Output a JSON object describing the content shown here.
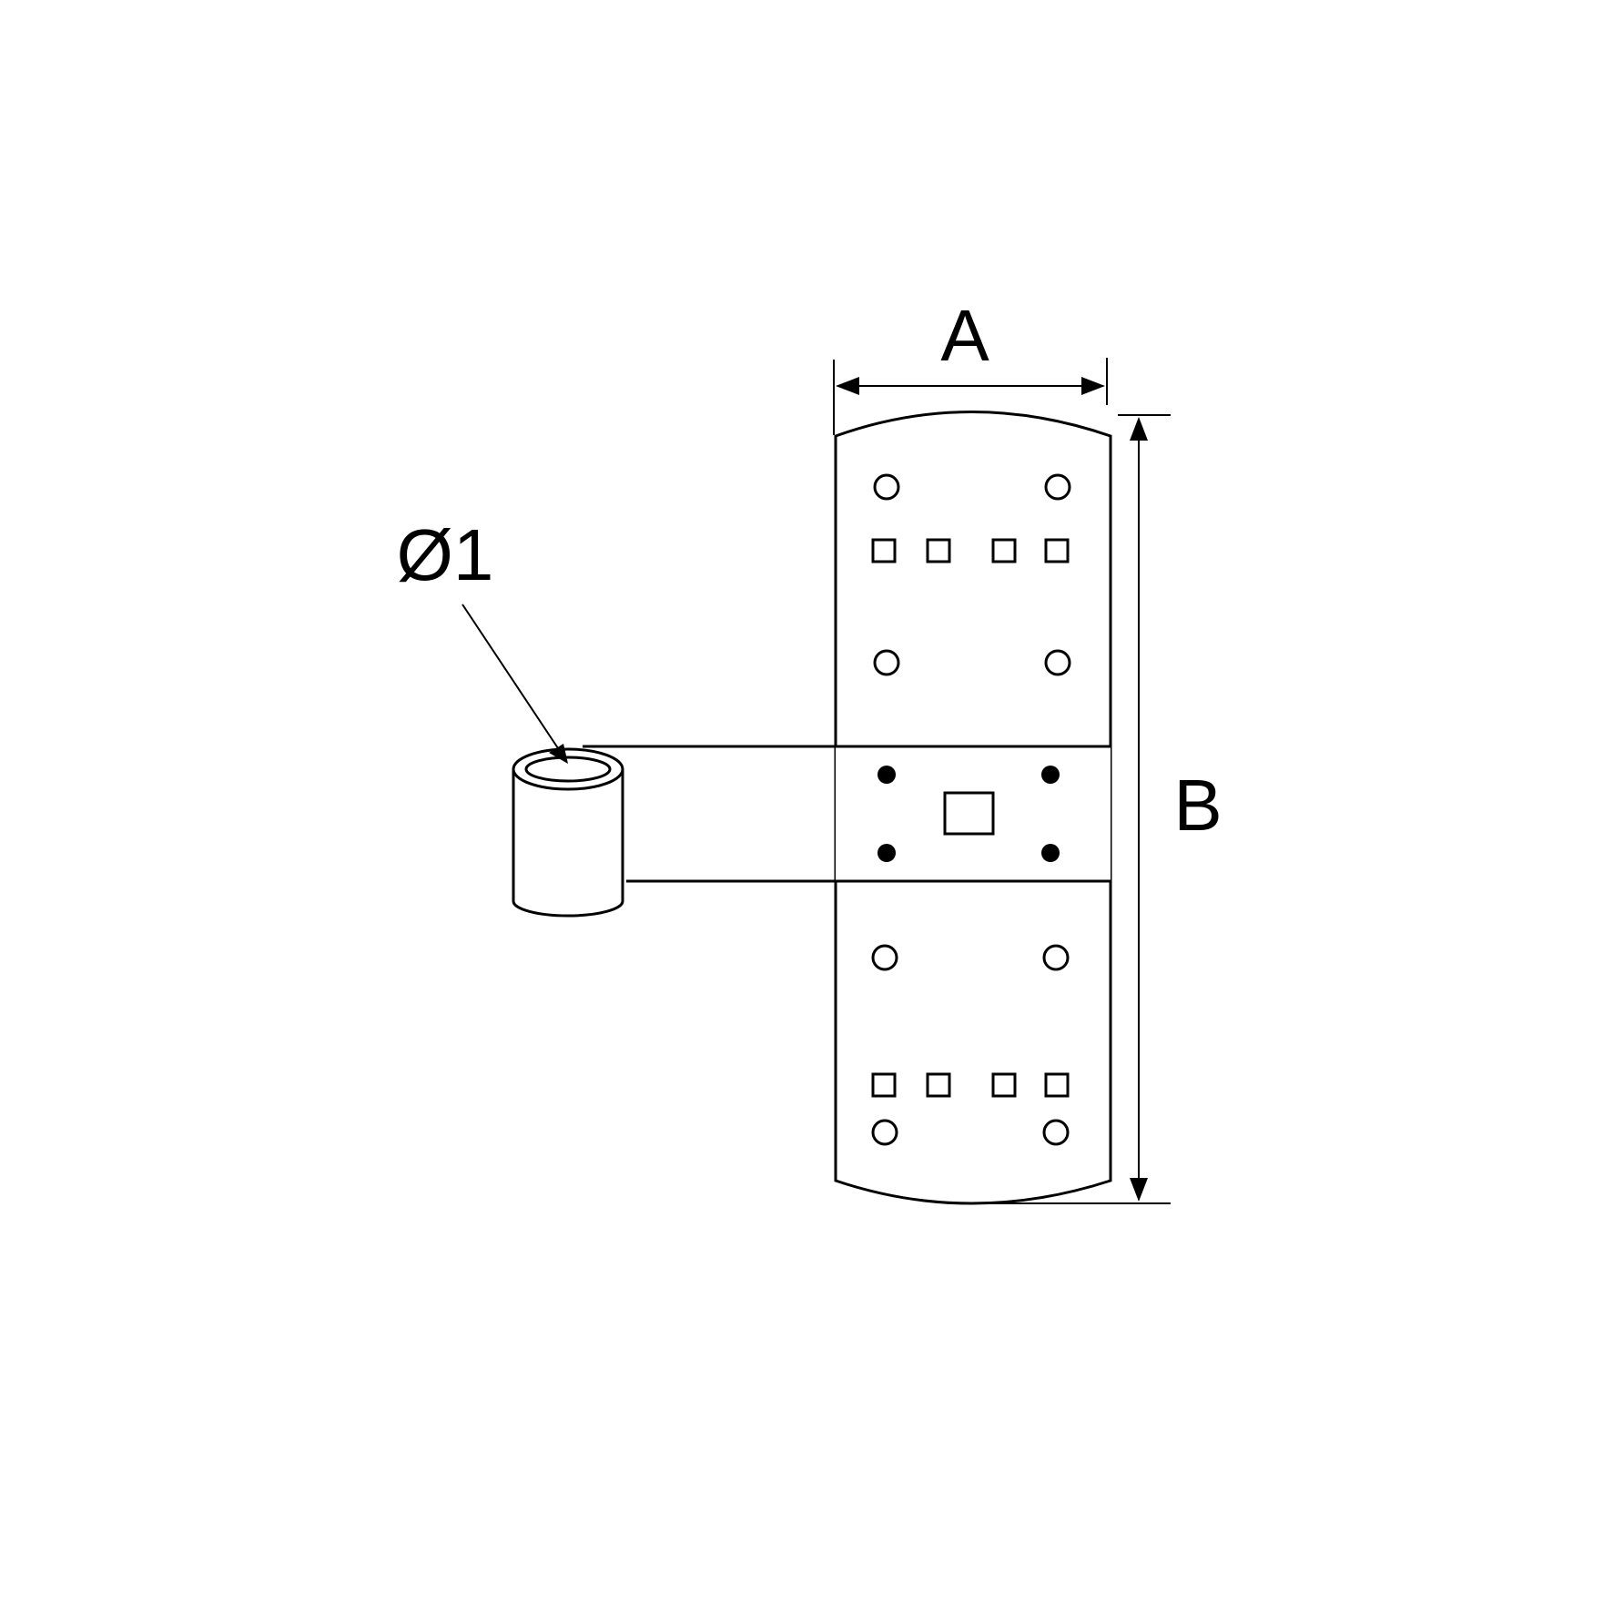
{
  "diagram": {
    "dimension_width_label": "A",
    "dimension_height_label": "B",
    "diameter_label": "Ø1",
    "line_color": "#000000",
    "background_color": "#ffffff"
  }
}
